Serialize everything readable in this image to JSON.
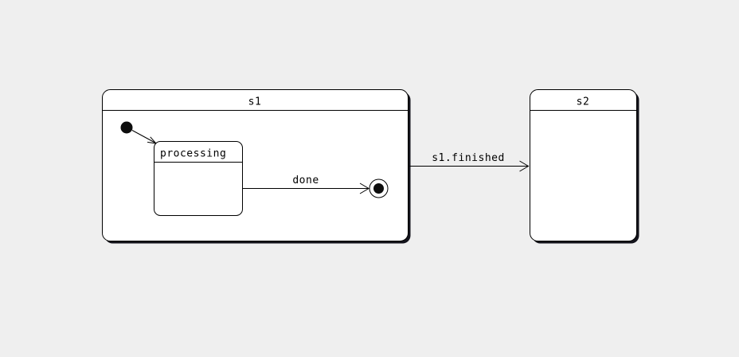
{
  "diagram": {
    "kind": "uml-state-diagram",
    "states": {
      "s1": {
        "label": "s1"
      },
      "processing": {
        "label": "processing"
      },
      "s2": {
        "label": "s2"
      }
    },
    "transitions": {
      "processing_to_final": {
        "label": "done"
      },
      "s1_to_s2": {
        "label": "s1.finished"
      }
    },
    "colors": {
      "background": "#efefef",
      "state_fill": "#ffffff",
      "stroke": "#000000",
      "shadow": "#14141c",
      "text": "#000000"
    }
  }
}
